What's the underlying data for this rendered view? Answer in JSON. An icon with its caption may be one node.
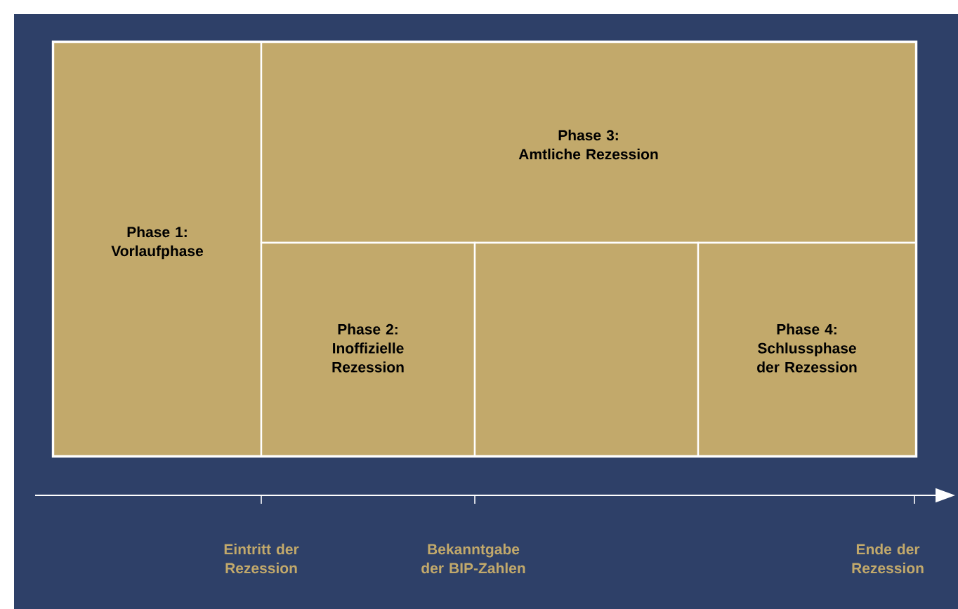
{
  "diagram": {
    "nodes": [
      {
        "text": [
          "Phase 1:",
          "Vorlaufphase"
        ]
      },
      {
        "text": [
          "Phase 3:",
          "Amtliche Rezession"
        ]
      },
      {
        "text": [
          "Phase 2:",
          "Inoffizielle Rezession"
        ]
      },
      {
        "text": [],
        "shape": "box"
      },
      {
        "text": [
          "Phase 4:",
          "Schlussphase der Rezession"
        ]
      }
    ],
    "labels": [
      "Eintritt der Rezession",
      "Bekanntgabe der BIP-Zahlen",
      "Ende der Rezession"
    ]
  }
}
